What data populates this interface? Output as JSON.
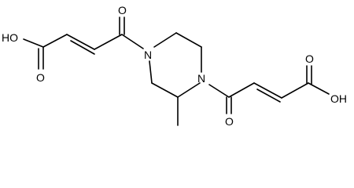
{
  "structure": {
    "atoms": [
      {
        "id": "oh_left",
        "label": "HO"
      },
      {
        "id": "o_left_acid",
        "label": "O"
      },
      {
        "id": "o_left_amide",
        "label": "O"
      },
      {
        "id": "n_left",
        "label": "N"
      },
      {
        "id": "n_right",
        "label": "N"
      },
      {
        "id": "o_right_amide",
        "label": "O"
      },
      {
        "id": "o_right_acid",
        "label": "O"
      },
      {
        "id": "oh_right",
        "label": "OH"
      }
    ]
  }
}
